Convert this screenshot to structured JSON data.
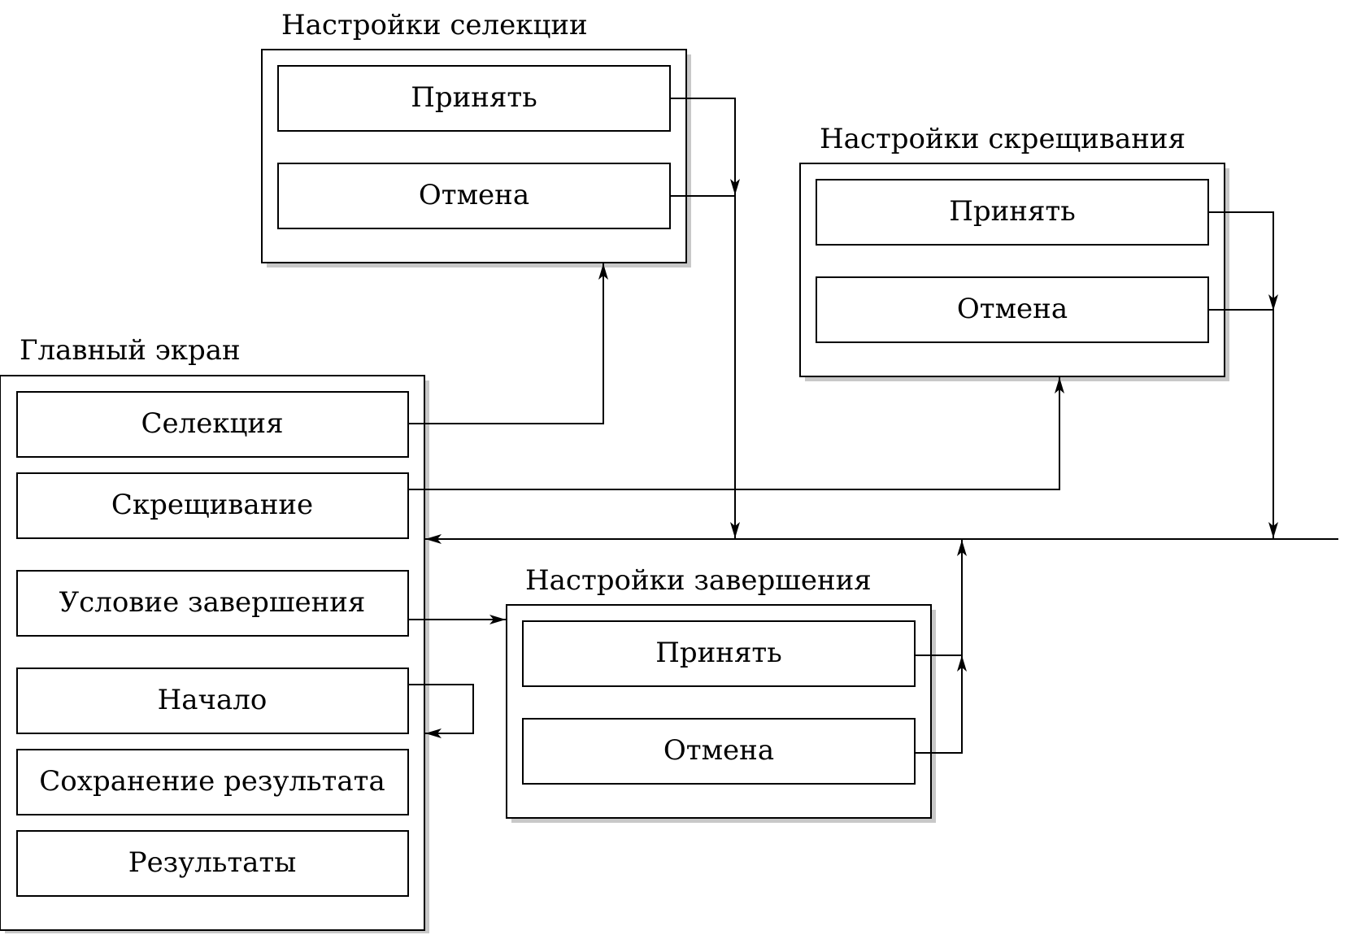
{
  "panels": {
    "selection_settings": {
      "title": "Настройки селекции",
      "accept": "Принять",
      "cancel": "Отмена"
    },
    "crossing_settings": {
      "title": "Настройки скрещивания",
      "accept": "Принять",
      "cancel": "Отмена"
    },
    "main_screen": {
      "title": "Главный экран",
      "items": [
        "Селекция",
        "Скрещивание",
        "Условие завершения",
        "Начало",
        "Сохранение результата",
        "Результаты"
      ]
    },
    "completion_settings": {
      "title": "Настройки завершения",
      "accept": "Принять",
      "cancel": "Отмена"
    }
  },
  "colors": {
    "stroke": "#000000",
    "fill": "#ffffff",
    "shadow": "#c8c8c8"
  }
}
